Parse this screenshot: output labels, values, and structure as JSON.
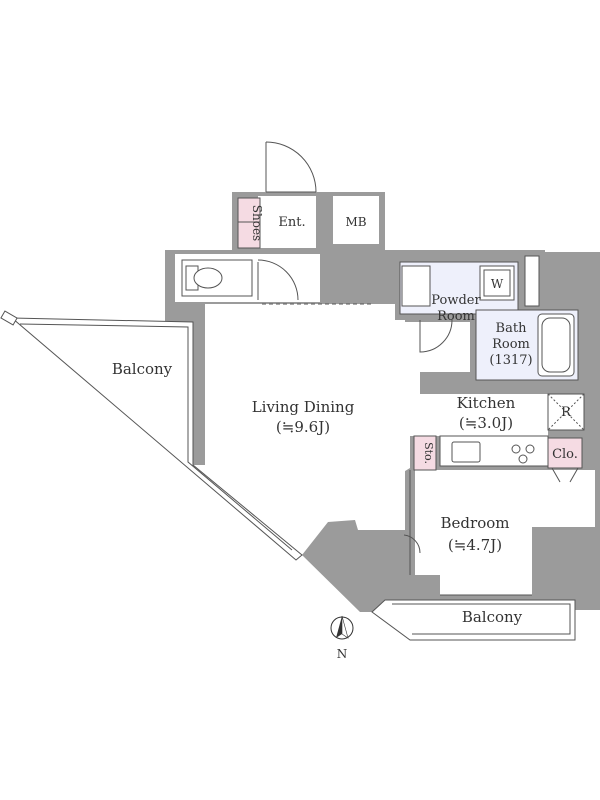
{
  "colors": {
    "wall": "#9b9b9b",
    "floor": "#ffffff",
    "wet_area": "#eef0fb",
    "closet": "#f5dbe3",
    "line": "#555555",
    "text": "#333333"
  },
  "rooms": {
    "entrance": "Ent.",
    "shoes": "Shoes",
    "mb": "MB",
    "powder_room": [
      "Powder",
      "Room"
    ],
    "washer": "W",
    "bath_room": [
      "Bath",
      "Room",
      "(1317)"
    ],
    "living_dining": [
      "Living Dining",
      "(≒9.6J)"
    ],
    "kitchen": [
      "Kitchen",
      "(≒3.0J)"
    ],
    "refrigerator": "R",
    "storage": "Sto.",
    "closet": "Clo.",
    "bedroom": [
      "Bedroom",
      "(≒4.7J)"
    ],
    "balcony_west": "Balcony",
    "balcony_south": "Balcony"
  },
  "compass": {
    "label": "N",
    "icon": "north-arrow-icon"
  }
}
